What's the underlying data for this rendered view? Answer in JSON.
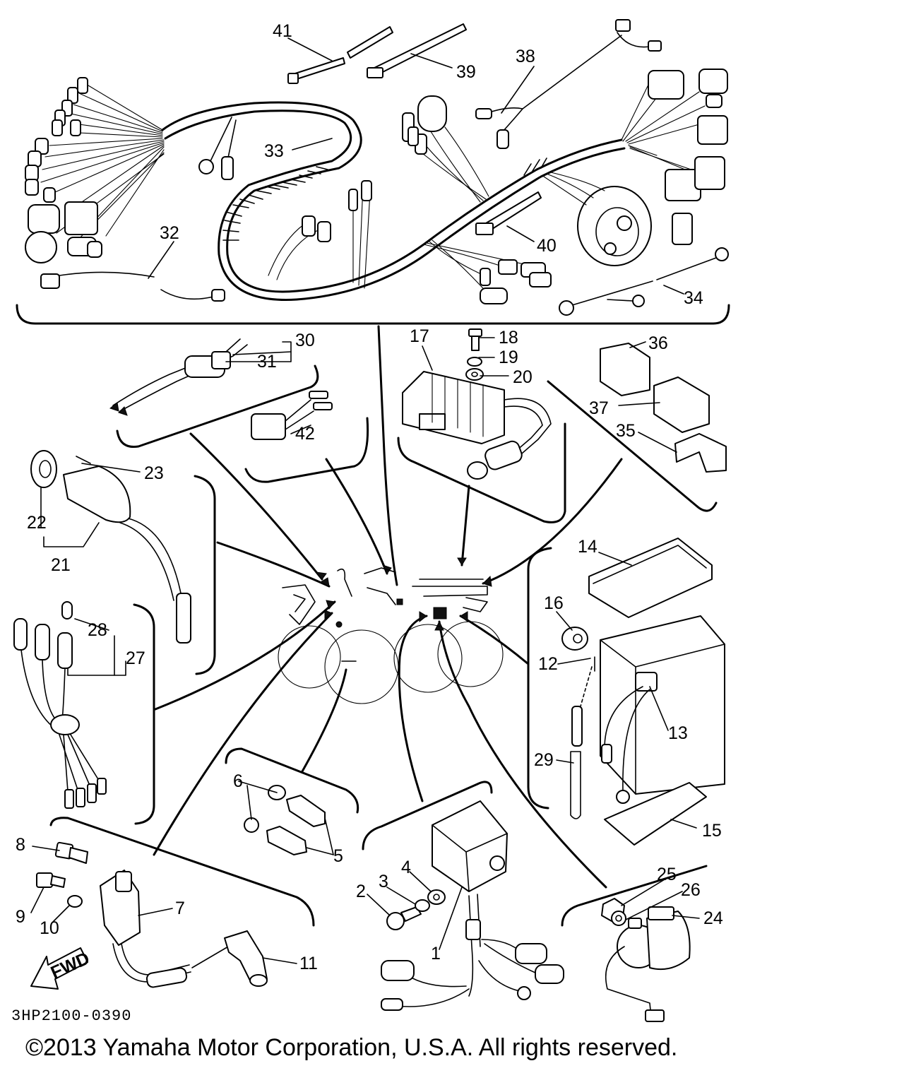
{
  "callouts": {
    "c1": "1",
    "c2": "2",
    "c3": "3",
    "c4": "4",
    "c5": "5",
    "c6": "6",
    "c7": "7",
    "c8": "8",
    "c9": "9",
    "c10": "10",
    "c11": "11",
    "c12": "12",
    "c13": "13",
    "c14": "14",
    "c15": "15",
    "c16": "16",
    "c17": "17",
    "c18": "18",
    "c19": "19",
    "c20": "20",
    "c21": "21",
    "c22": "22",
    "c23": "23",
    "c24": "24",
    "c25": "25",
    "c26": "26",
    "c27": "27",
    "c28": "28",
    "c29": "29",
    "c30": "30",
    "c31": "31",
    "c32": "32",
    "c33": "33",
    "c34": "34",
    "c35": "35",
    "c36": "36",
    "c37": "37",
    "c38": "38",
    "c39": "39",
    "c40": "40",
    "c41": "41",
    "c42": "42"
  },
  "fwd_label": "FWD",
  "diagram_code": "3HP2100-0390",
  "copyright": "©2013 Yamaha Motor Corporation, U.S.A. All rights reserved."
}
